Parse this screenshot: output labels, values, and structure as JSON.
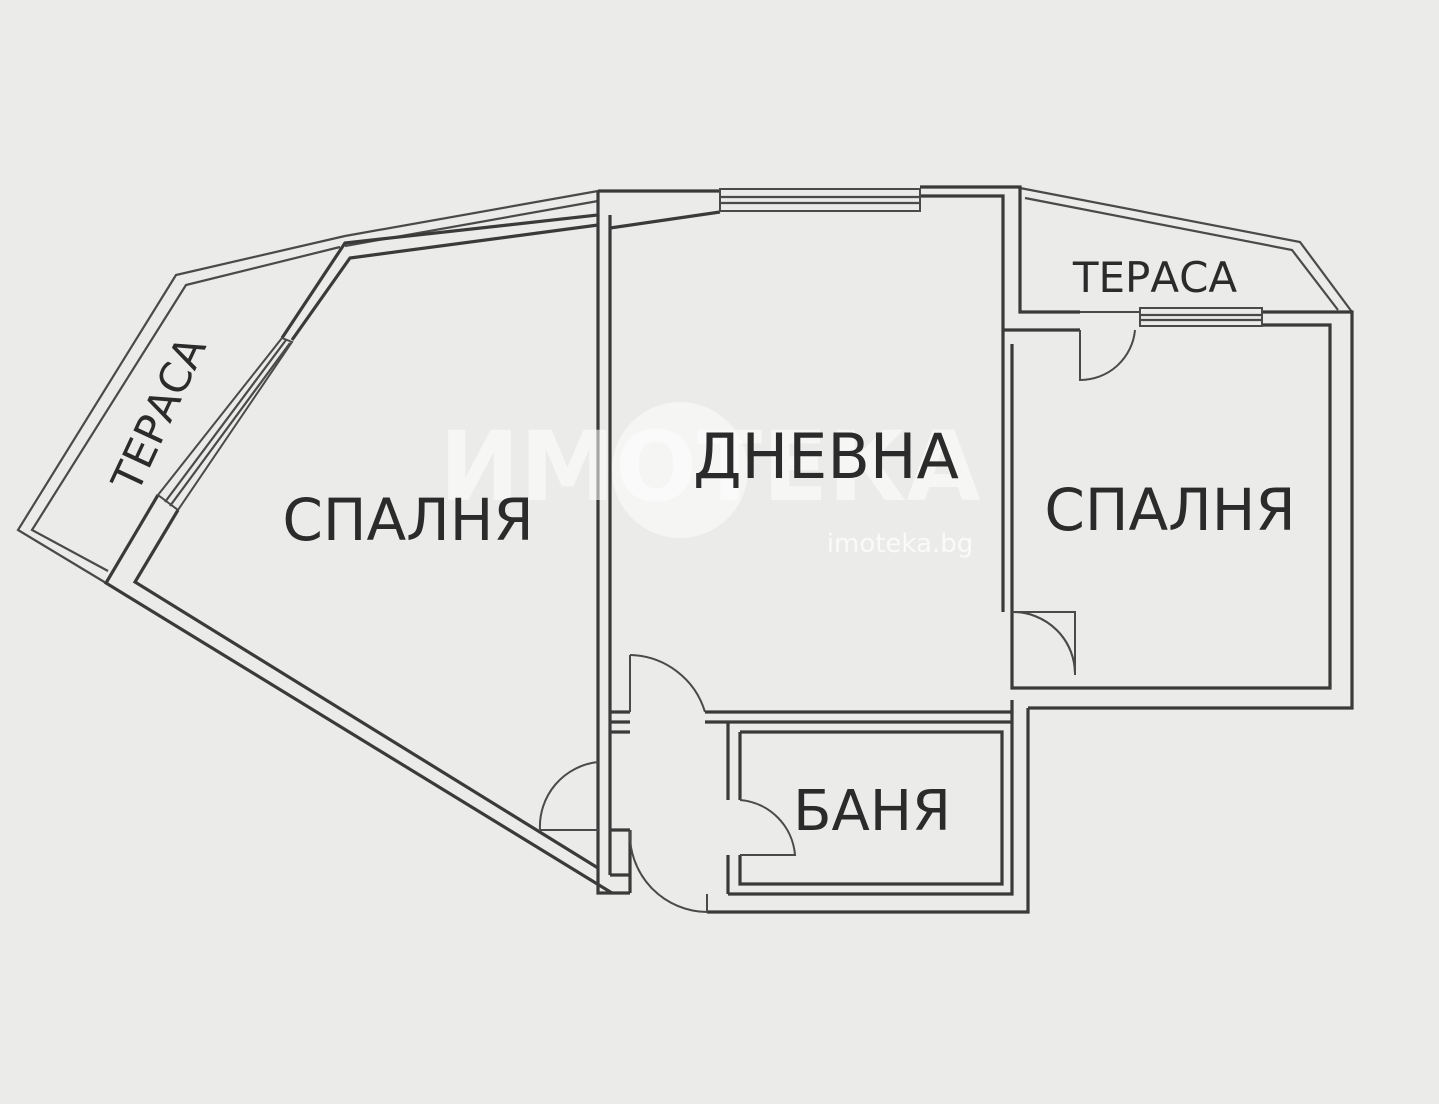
{
  "rooms": {
    "bedroom_left": "СПАЛНЯ",
    "living_room": "ДНЕВНА",
    "bedroom_right": "СПАЛНЯ",
    "bathroom": "БАНЯ",
    "terrace_left": "ТЕРАСА",
    "terrace_right": "ТЕРАСА"
  },
  "watermark": {
    "brand": "ИМОТЕКА",
    "url": "imoteka.bg"
  },
  "colors": {
    "background": "#ebebe9",
    "line": "#3a3a3a",
    "text": "#2b2b2b",
    "watermark": "#ffffff"
  }
}
